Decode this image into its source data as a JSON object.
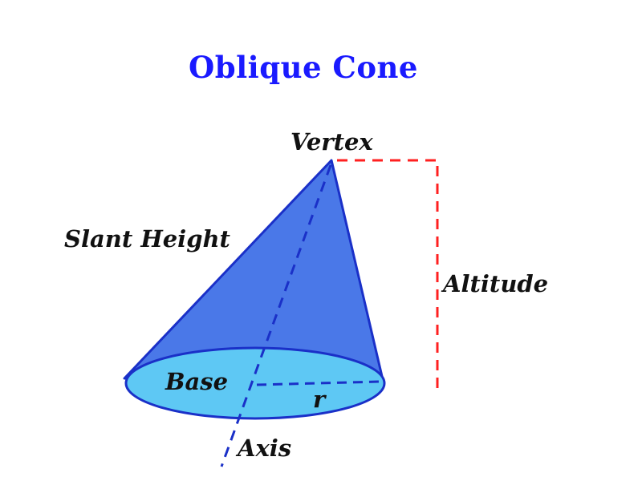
{
  "title": "Oblique Cone",
  "labels": {
    "vertex": "Vertex",
    "slant_height": "Slant Height",
    "altitude": "Altitude",
    "base": "Base",
    "radius": "r",
    "axis": "Axis"
  },
  "colors": {
    "title": "#1a1aff",
    "cone_fill": "#4a78e8",
    "cone_edge": "#1a30c8",
    "base_fill": "#5ec8f4",
    "axis_line": "#1a30c8",
    "altitude_line": "#ff2020",
    "label_text": "#111111"
  }
}
